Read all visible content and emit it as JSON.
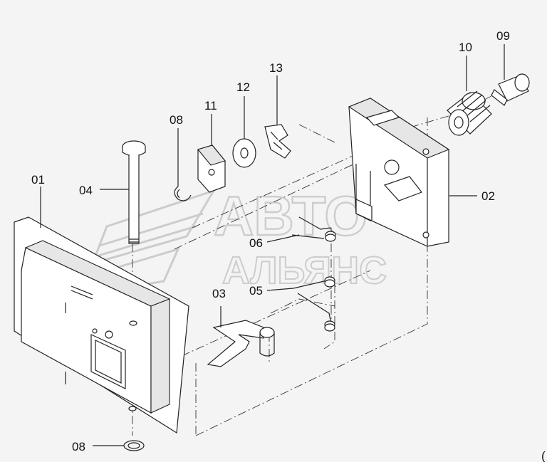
{
  "watermark": {
    "line1": "АВТО",
    "line2": "АЛЬЯНС"
  },
  "parts": [
    {
      "id": "01",
      "label": "01"
    },
    {
      "id": "02",
      "label": "02"
    },
    {
      "id": "03",
      "label": "03"
    },
    {
      "id": "04",
      "label": "04"
    },
    {
      "id": "05",
      "label": "05"
    },
    {
      "id": "06",
      "label": "06"
    },
    {
      "id": "08a",
      "label": "08"
    },
    {
      "id": "08b",
      "label": "08"
    },
    {
      "id": "09",
      "label": "09"
    },
    {
      "id": "10",
      "label": "10"
    },
    {
      "id": "11",
      "label": "11"
    },
    {
      "id": "12",
      "label": "12"
    },
    {
      "id": "13",
      "label": "13"
    }
  ],
  "corner_mark": "("
}
